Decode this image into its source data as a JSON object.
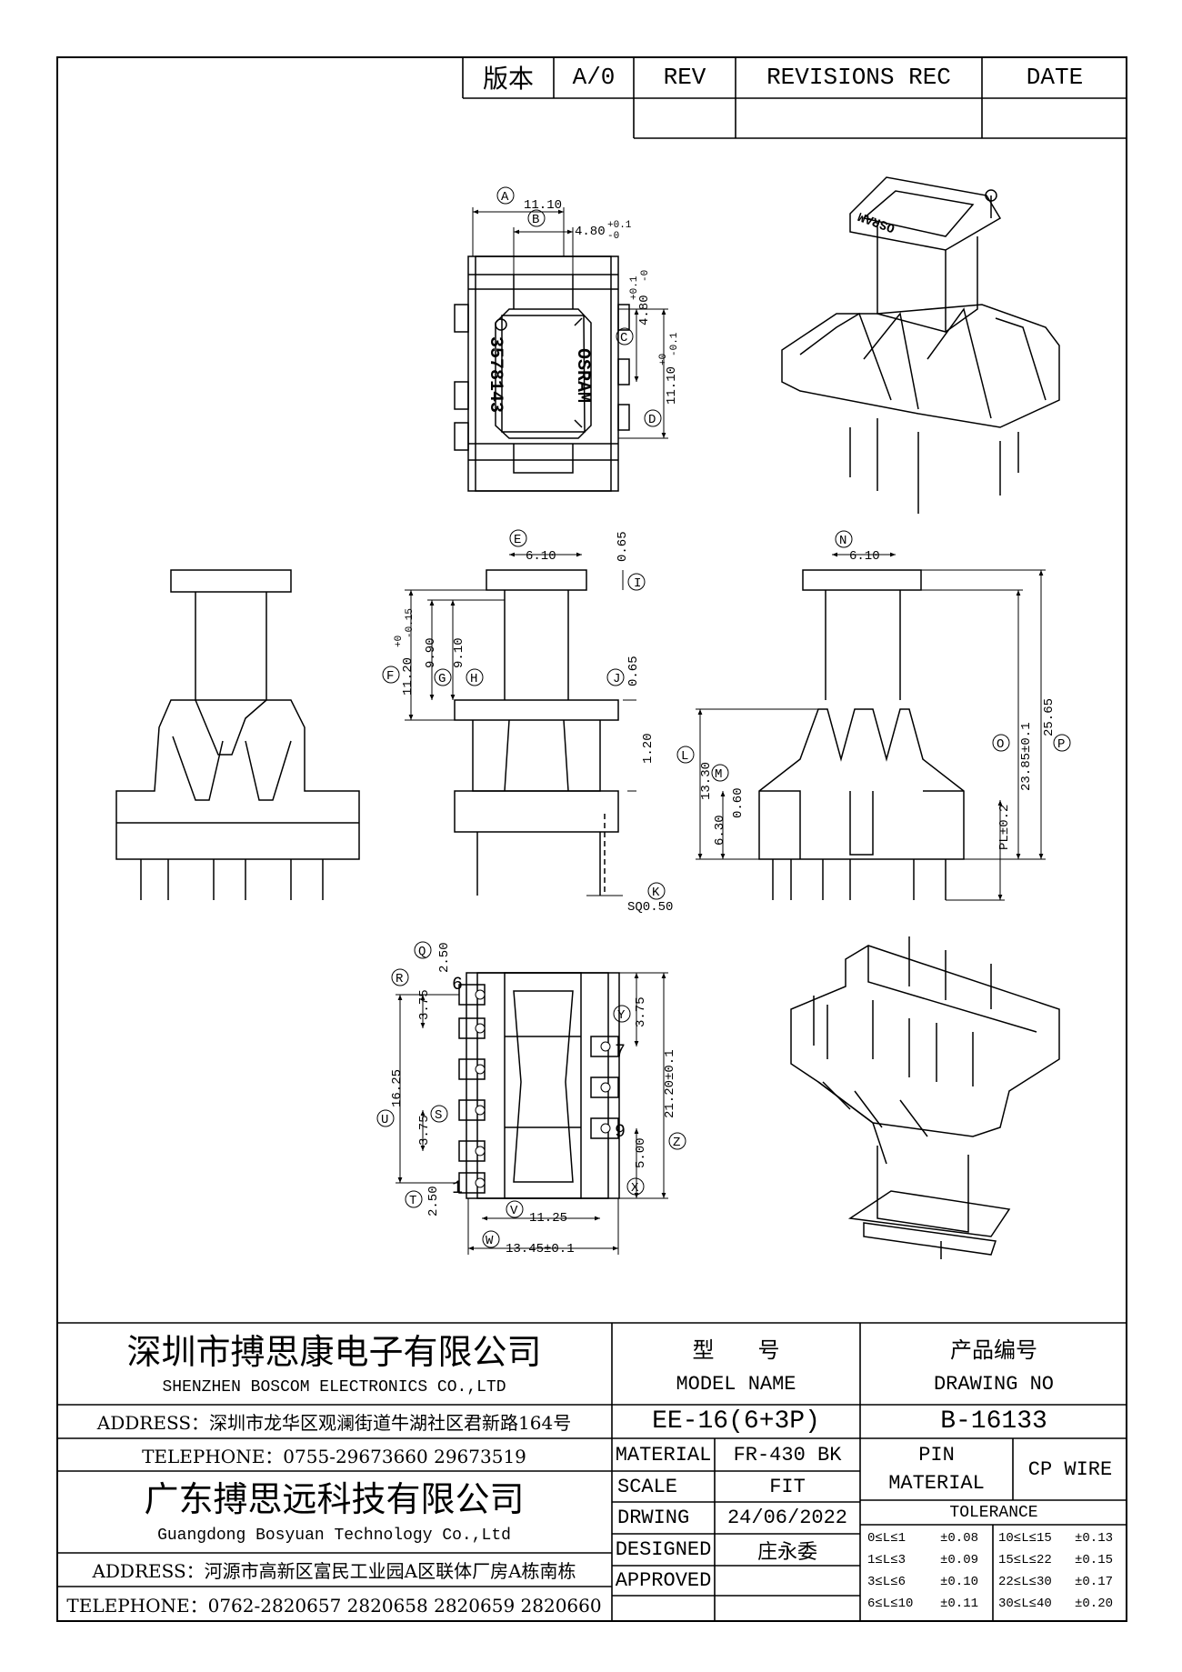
{
  "revision_table": {
    "version_label": "版本",
    "version_value": "A/0",
    "rev": "REV",
    "revisions_rec": "REVISIONS REC",
    "date": "DATE"
  },
  "top_view": {
    "logo_text": "OSRAM",
    "part_number": "3578143",
    "dims": {
      "A": "11.10",
      "B": "4.80",
      "B_tol_plus": "+0.1",
      "B_tol_minus": "-0",
      "C": "4.80",
      "C_tol_plus": "+0.1",
      "C_tol_minus": "-0",
      "D": "11.10",
      "D_tol_plus": "+0",
      "D_tol_minus": "-0.1"
    }
  },
  "side_view": {
    "dims": {
      "E": "6.10",
      "F": "11.20",
      "F_tol_plus": "+0",
      "F_tol_minus": "-0.15",
      "G": "9.90",
      "H": "9.10",
      "I": "0.65",
      "J": "0.65",
      "J2": "1.20",
      "K": "SQ0.50"
    }
  },
  "front_view": {
    "dims": {
      "N": "6.10",
      "L": "13.30",
      "M": "6.30",
      "M2": "0.60",
      "O": "23.85±0.1",
      "P": "25.65",
      "PL": "PL±0.2"
    }
  },
  "bottom_view": {
    "pins": [
      "6",
      "7",
      "9",
      "1"
    ],
    "dims": {
      "Q": "2.50",
      "R": "3.75",
      "S": "3.75",
      "T": "2.50",
      "U": "16.25",
      "V": "11.25",
      "W": "13.45±0.1",
      "X": "5.00",
      "Y": "3.75",
      "Z": "21.20±0.1"
    }
  },
  "title_block": {
    "company_cn": "深圳市搏思康电子有限公司",
    "company_en": "SHENZHEN BOSCOM ELECTRONICS CO.,LTD",
    "address1": "ADDRESS：深圳市龙华区观澜街道牛湖社区君新路164号",
    "telephone1": "TELEPHONE：0755-29673660 29673519",
    "company2_cn": "广东搏思远科技有限公司",
    "company2_en": "Guangdong Bosyuan Technology Co.,Ltd",
    "address2": "ADDRESS：河源市高新区富民工业园A区联体厂房A栋南栋",
    "telephone2": "TELEPHONE：0762-2820657 2820658 2820659 2820660",
    "model_cn": "型　　号",
    "model_en": "MODEL NAME",
    "model_value": "EE-16(6+3P)",
    "drawing_cn": "产品编号",
    "drawing_en": "DRAWING NO",
    "drawing_value": "B-16133",
    "material_label": "MATERIAL",
    "material_value": "FR-430 BK",
    "scale_label": "SCALE",
    "scale_value": "FIT",
    "drawing_label": "DRWING",
    "drawing_date": "24/06/2022",
    "designed_label": "DESIGNED",
    "designed_value": "庄永委",
    "approved_label": "APPROVED",
    "approved_value": "",
    "pin_label": "PIN",
    "pin_material_label": "MATERIAL",
    "pin_material_value": "CP WIRE",
    "tolerance_label": "TOLERANCE",
    "tolerance_rows": [
      {
        "range": "0≤L≤1",
        "tol": "±0.08",
        "range2": "10≤L≤15",
        "tol2": "±0.13"
      },
      {
        "range": "1≤L≤3",
        "tol": "±0.09",
        "range2": "15≤L≤22",
        "tol2": "±0.15"
      },
      {
        "range": "3≤L≤6",
        "tol": "±0.10",
        "range2": "22≤L≤30",
        "tol2": "±0.17"
      },
      {
        "range": "6≤L≤10",
        "tol": "±0.11",
        "range2": "30≤L≤40",
        "tol2": "±0.20"
      }
    ]
  }
}
